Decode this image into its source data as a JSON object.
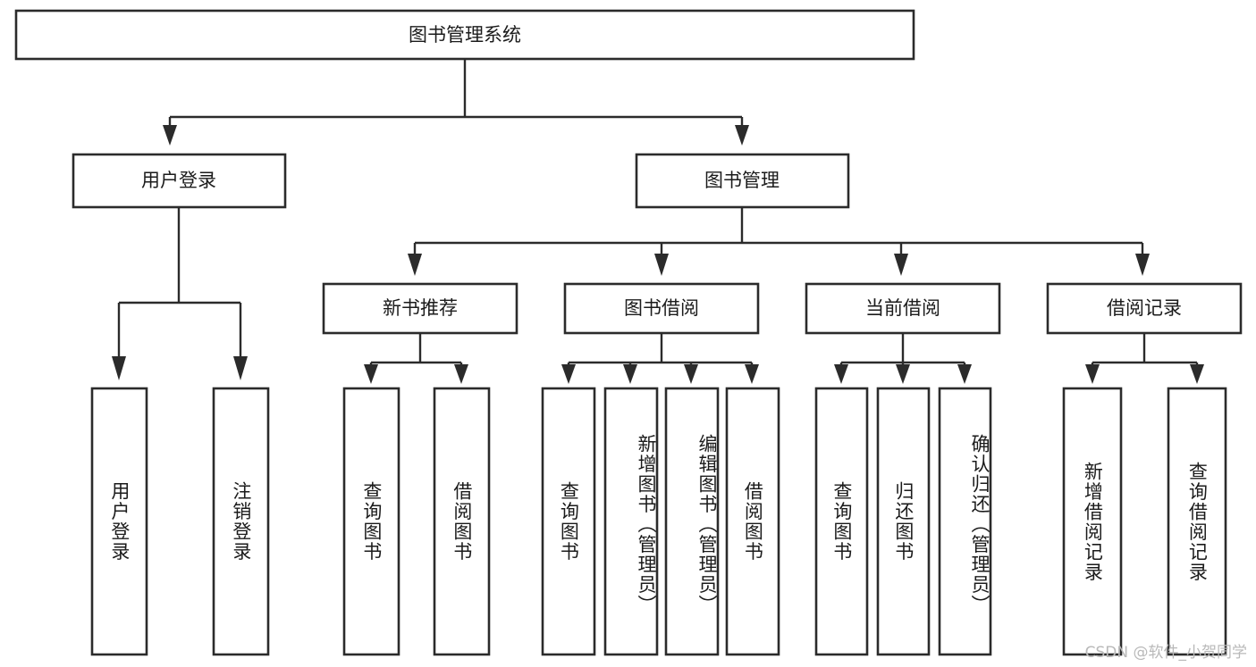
{
  "diagram": {
    "title": "图书管理系统",
    "type": "tree",
    "orientation": "top-down",
    "colors": {
      "background": "#ffffff",
      "box_fill": "#ffffff",
      "box_stroke": "#2b2b2b",
      "text": "#1b1b1b",
      "watermark": "#b9b9b9"
    },
    "root": {
      "label": "图书管理系统"
    },
    "level2": [
      {
        "label": "用户登录"
      },
      {
        "label": "图书管理"
      }
    ],
    "level3": [
      {
        "label": "新书推荐"
      },
      {
        "label": "图书借阅"
      },
      {
        "label": "当前借阅"
      },
      {
        "label": "借阅记录"
      }
    ],
    "leaves": {
      "user_login": [
        {
          "label": "用户登录"
        },
        {
          "label": "注销登录"
        }
      ],
      "new_book_recommend": [
        {
          "label": "查询图书"
        },
        {
          "label": "借阅图书"
        }
      ],
      "book_borrow": [
        {
          "label": "查询图书"
        },
        {
          "label": "新增图书（管理员）"
        },
        {
          "label": "编辑图书（管理员）"
        },
        {
          "label": "借阅图书"
        }
      ],
      "current_borrow": [
        {
          "label": "查询图书"
        },
        {
          "label": "归还图书"
        },
        {
          "label": "确认归还（管理员）"
        }
      ],
      "borrow_records": [
        {
          "label": "新增借阅记录"
        },
        {
          "label": "查询借阅记录"
        }
      ]
    },
    "watermark": "CSDN @软件_小贺同学"
  }
}
